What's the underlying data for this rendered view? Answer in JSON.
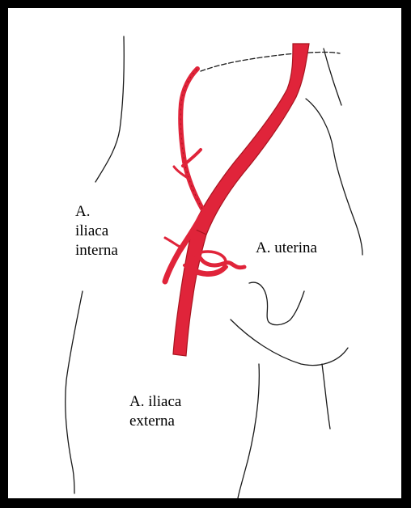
{
  "colors": {
    "frame": "#000000",
    "background": "#ffffff",
    "outline": "#1a1a1a",
    "artery": "#e0243a",
    "artery_shade": "#a8141f"
  },
  "labels": {
    "iliaca_interna": "A.\niliaca\ninterna",
    "uterina": "A. uterina",
    "iliaca_externa": "A. iliaca\nexterna"
  }
}
